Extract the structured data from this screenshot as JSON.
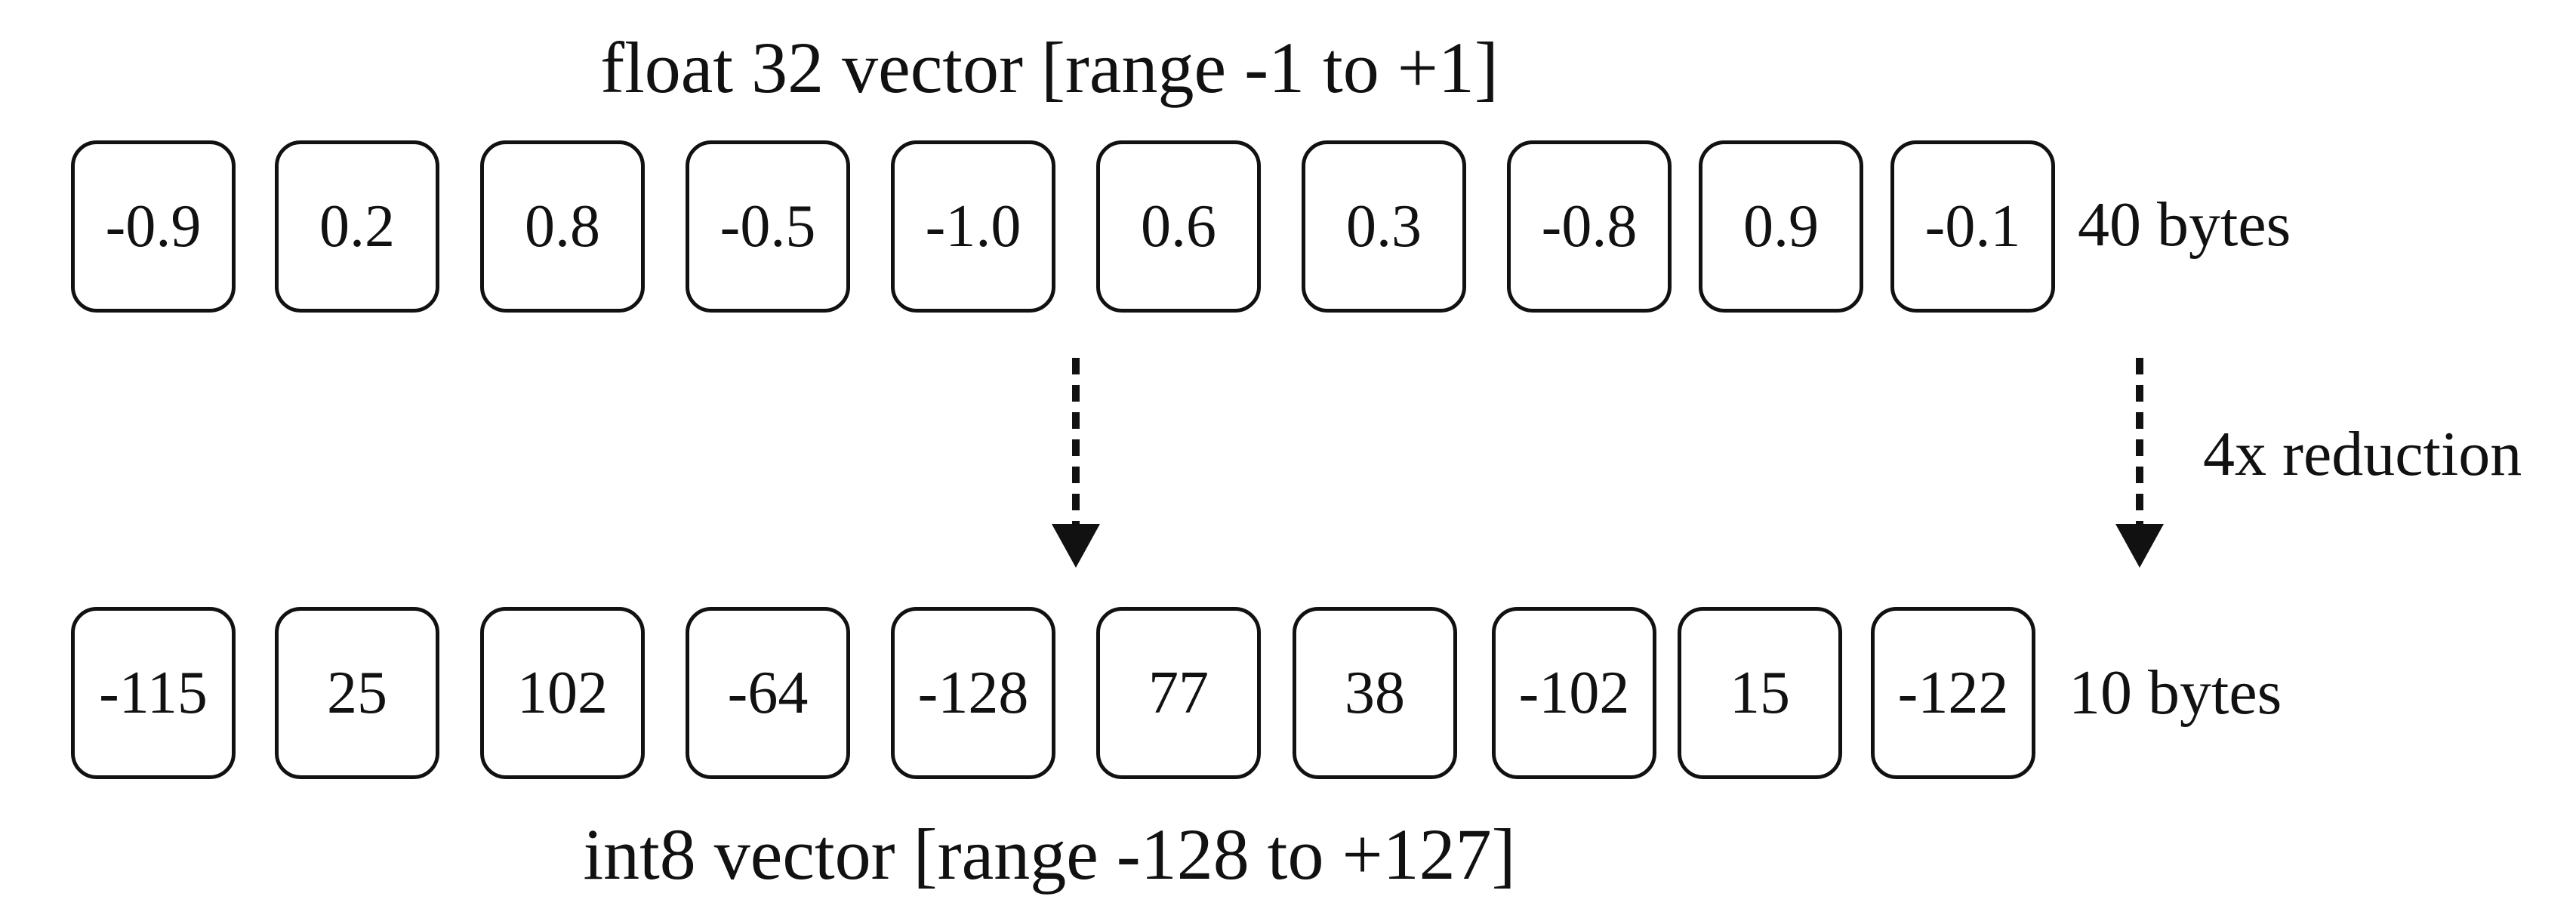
{
  "float_vector": {
    "title": "float 32 vector [range -1 to +1]",
    "values": [
      "-0.9",
      "0.2",
      "0.8",
      "-0.5",
      "-1.0",
      "0.6",
      "0.3",
      "-0.8",
      "0.9",
      "-0.1"
    ],
    "size_label": "40 bytes"
  },
  "int8_vector": {
    "title": "int8 vector [range -128 to +127]",
    "values": [
      "-115",
      "25",
      "102",
      "-64",
      "-128",
      "77",
      "38",
      "-102",
      "15",
      "-122"
    ],
    "size_label": "10 bytes"
  },
  "reduction_label": "4x reduction"
}
